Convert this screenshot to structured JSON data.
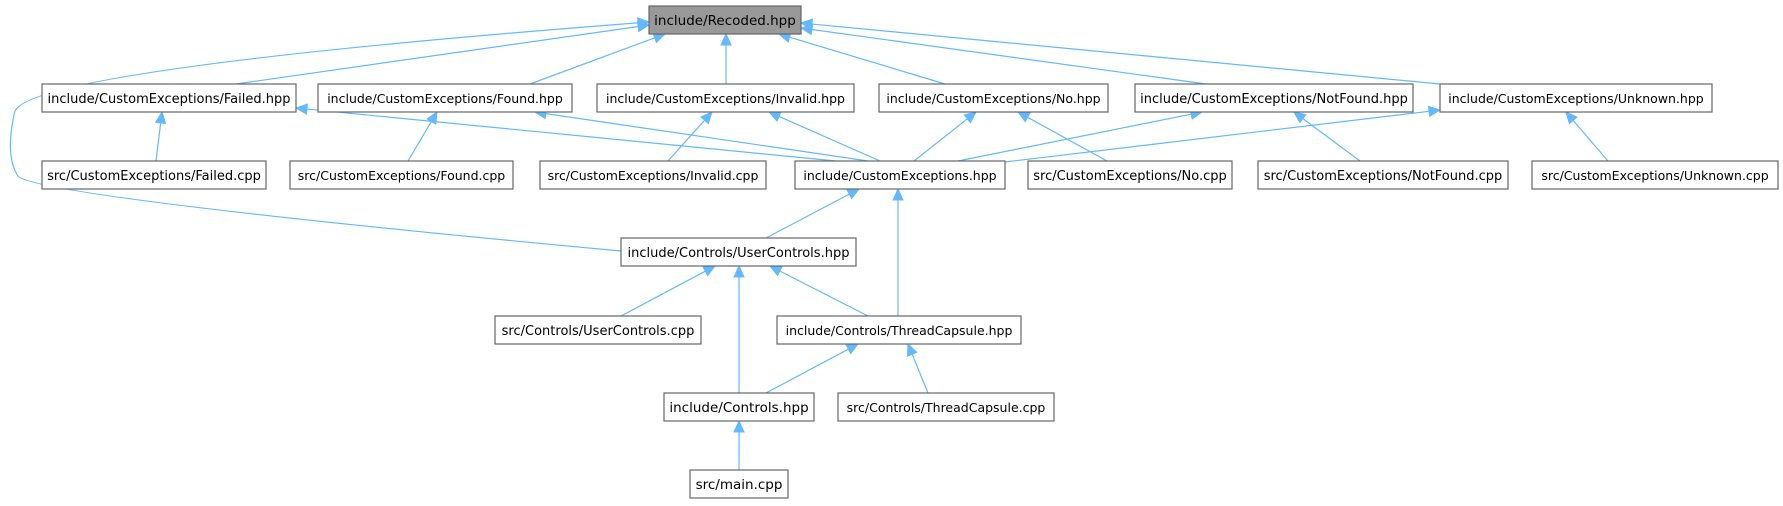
{
  "graph": {
    "nodes": [
      {
        "id": "recoded_hpp",
        "label": "include/Recoded.hpp",
        "root": true
      },
      {
        "id": "failed_hpp",
        "label": "include/CustomExceptions/Failed.hpp"
      },
      {
        "id": "found_hpp",
        "label": "include/CustomExceptions/Found.hpp"
      },
      {
        "id": "invalid_hpp",
        "label": "include/CustomExceptions/Invalid.hpp"
      },
      {
        "id": "no_hpp",
        "label": "include/CustomExceptions/No.hpp"
      },
      {
        "id": "notfound_hpp",
        "label": "include/CustomExceptions/NotFound.hpp"
      },
      {
        "id": "unknown_hpp",
        "label": "include/CustomExceptions/Unknown.hpp"
      },
      {
        "id": "failed_cpp",
        "label": "src/CustomExceptions/Failed.cpp"
      },
      {
        "id": "found_cpp",
        "label": "src/CustomExceptions/Found.cpp"
      },
      {
        "id": "invalid_cpp",
        "label": "src/CustomExceptions/Invalid.cpp"
      },
      {
        "id": "customexceptions_hpp",
        "label": "include/CustomExceptions.hpp"
      },
      {
        "id": "no_cpp",
        "label": "src/CustomExceptions/No.cpp"
      },
      {
        "id": "notfound_cpp",
        "label": "src/CustomExceptions/NotFound.cpp"
      },
      {
        "id": "unknown_cpp",
        "label": "src/CustomExceptions/Unknown.cpp"
      },
      {
        "id": "usercontrols_hpp",
        "label": "include/Controls/UserControls.hpp"
      },
      {
        "id": "usercontrols_cpp",
        "label": "src/Controls/UserControls.cpp"
      },
      {
        "id": "threadcapsule_hpp",
        "label": "include/Controls/ThreadCapsule.hpp"
      },
      {
        "id": "controls_hpp",
        "label": "include/Controls.hpp"
      },
      {
        "id": "threadcapsule_cpp",
        "label": "src/Controls/ThreadCapsule.cpp"
      },
      {
        "id": "main_cpp",
        "label": "src/main.cpp"
      }
    ],
    "edges": [
      {
        "from": "failed_hpp",
        "to": "recoded_hpp"
      },
      {
        "from": "found_hpp",
        "to": "recoded_hpp"
      },
      {
        "from": "invalid_hpp",
        "to": "recoded_hpp"
      },
      {
        "from": "no_hpp",
        "to": "recoded_hpp"
      },
      {
        "from": "notfound_hpp",
        "to": "recoded_hpp"
      },
      {
        "from": "unknown_hpp",
        "to": "recoded_hpp"
      },
      {
        "from": "usercontrols_hpp",
        "to": "recoded_hpp"
      },
      {
        "from": "failed_cpp",
        "to": "failed_hpp"
      },
      {
        "from": "customexceptions_hpp",
        "to": "failed_hpp"
      },
      {
        "from": "found_cpp",
        "to": "found_hpp"
      },
      {
        "from": "customexceptions_hpp",
        "to": "found_hpp"
      },
      {
        "from": "invalid_cpp",
        "to": "invalid_hpp"
      },
      {
        "from": "customexceptions_hpp",
        "to": "invalid_hpp"
      },
      {
        "from": "customexceptions_hpp",
        "to": "no_hpp"
      },
      {
        "from": "no_cpp",
        "to": "no_hpp"
      },
      {
        "from": "customexceptions_hpp",
        "to": "notfound_hpp"
      },
      {
        "from": "notfound_cpp",
        "to": "notfound_hpp"
      },
      {
        "from": "customexceptions_hpp",
        "to": "unknown_hpp"
      },
      {
        "from": "unknown_cpp",
        "to": "unknown_hpp"
      },
      {
        "from": "usercontrols_hpp",
        "to": "customexceptions_hpp"
      },
      {
        "from": "threadcapsule_hpp",
        "to": "customexceptions_hpp"
      },
      {
        "from": "usercontrols_cpp",
        "to": "usercontrols_hpp"
      },
      {
        "from": "threadcapsule_hpp",
        "to": "usercontrols_hpp"
      },
      {
        "from": "controls_hpp",
        "to": "usercontrols_hpp"
      },
      {
        "from": "controls_hpp",
        "to": "threadcapsule_hpp"
      },
      {
        "from": "threadcapsule_cpp",
        "to": "threadcapsule_hpp"
      },
      {
        "from": "main_cpp",
        "to": "controls_hpp"
      }
    ]
  },
  "colors": {
    "edge": "#63b8ff",
    "node_border": "#666666",
    "root_fill": "#999999",
    "node_fill": "#ffffff"
  }
}
